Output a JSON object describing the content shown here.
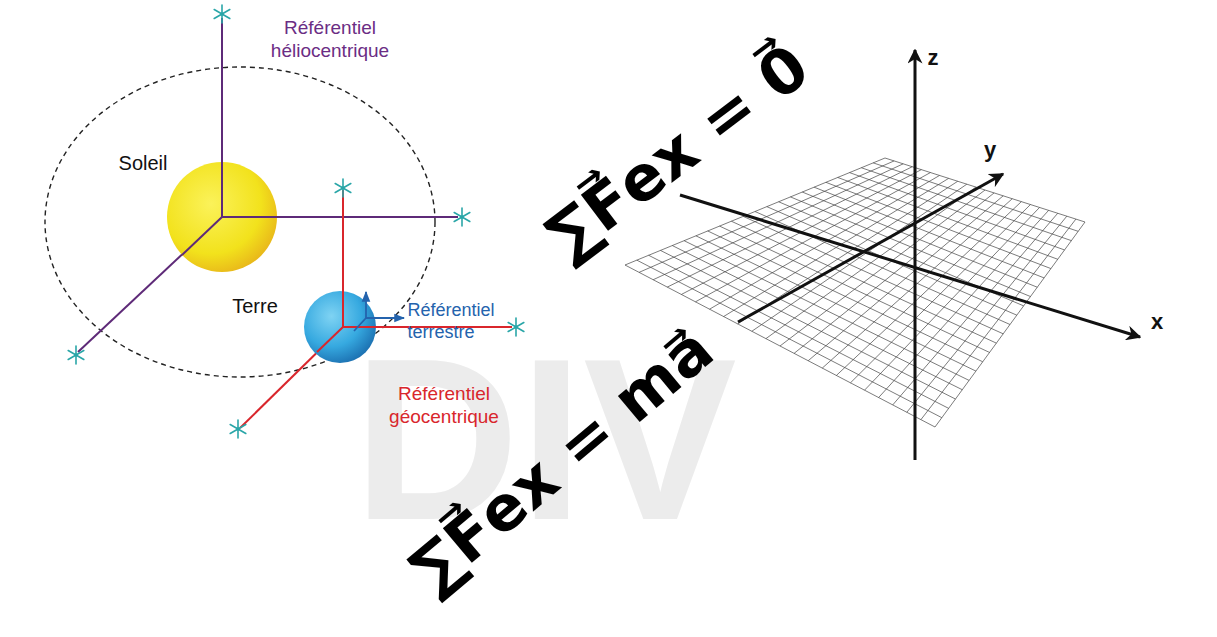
{
  "diagram": {
    "labels": [
      "Référentiel héliocentrique",
      "Soleil",
      "Terre",
      "Référentiel terrestre",
      "Référentiel géocentrique",
      "∑F⃗ex = 0⃗",
      "∑F⃗ex = ma⃗",
      "z",
      "y",
      "x",
      "DIV"
    ]
  }
}
